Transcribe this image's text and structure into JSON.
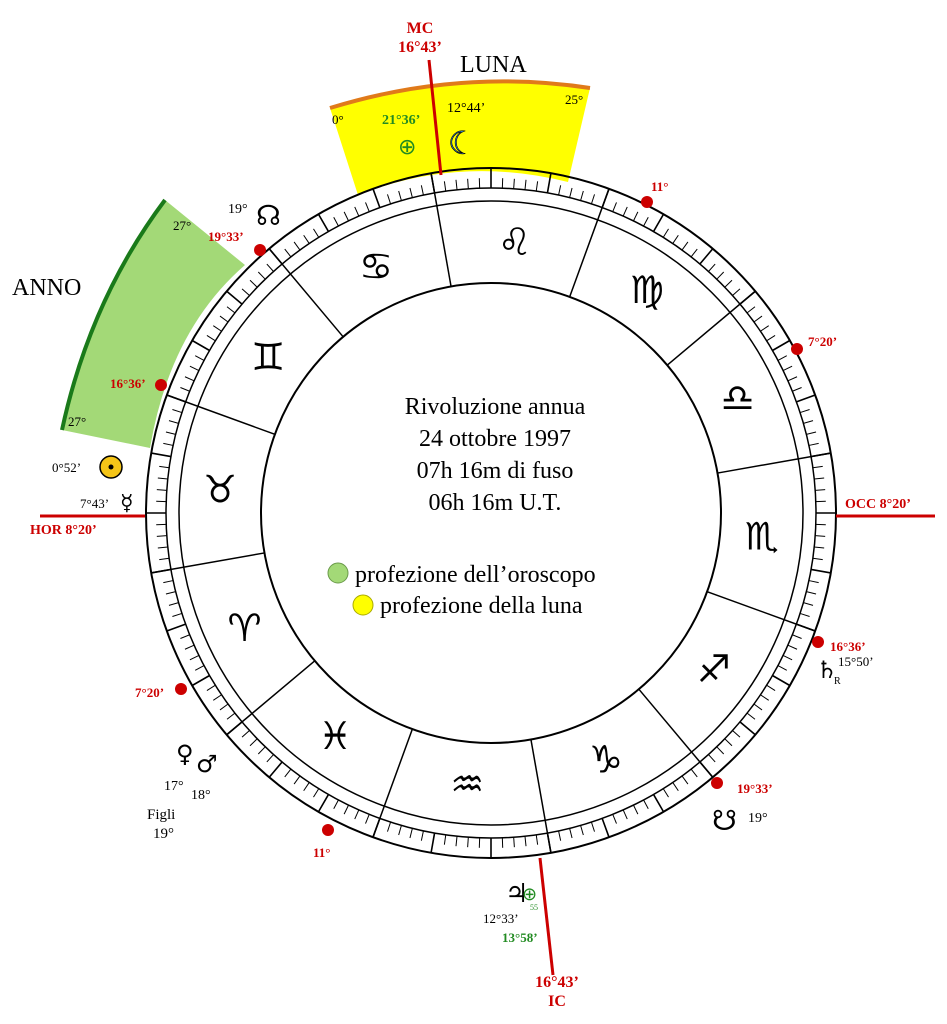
{
  "center_text": {
    "line1": "Rivoluzione annua",
    "line2": "24 ottobre 1997",
    "line3": "07h 16m di fuso",
    "line4": "06h 16m U.T."
  },
  "legend": [
    {
      "label": "profezione dell’oroscopo",
      "color": "#a3d977"
    },
    {
      "label": "profezione della luna",
      "color": "#ffff00"
    }
  ],
  "signs": [
    {
      "name": "Leo",
      "glyph": "♌"
    },
    {
      "name": "Cancer",
      "glyph": "♋"
    },
    {
      "name": "Gemini",
      "glyph": "♊"
    },
    {
      "name": "Taurus",
      "glyph": "♉"
    },
    {
      "name": "Aries",
      "glyph": "♈"
    },
    {
      "name": "Pisces",
      "glyph": "♓"
    },
    {
      "name": "Aquarius",
      "glyph": "♒"
    },
    {
      "name": "Capricorn",
      "glyph": "♑"
    },
    {
      "name": "Sagittarius",
      "glyph": "♐"
    },
    {
      "name": "Scorpio",
      "glyph": "♏"
    },
    {
      "name": "Libra",
      "glyph": "♎"
    },
    {
      "name": "Virgo",
      "glyph": "♍"
    }
  ],
  "axes": {
    "mc_label": "MC",
    "mc_degree": "16°43’",
    "ic_degree": "16°43’",
    "ic_label": "IC",
    "hor_label": "HOR 8°20’",
    "occ_label": "OCC 8°20’"
  },
  "luna_sector": {
    "title": "LUNA",
    "start": "0°",
    "end": "25°",
    "fortune_degree": "21°36’",
    "moon_degree": "12°44’",
    "fortune_glyph": "⊕",
    "moon_glyph": "☾"
  },
  "anno_sector": {
    "title": "ANNO",
    "top_degree": "27°",
    "bottom_degree": "27°"
  },
  "cusp_labels": {
    "c11": "11°",
    "c7_20_right": "7°20’",
    "c16_36_right": "16°36’",
    "c19_33_right": "19°33’",
    "c11_bottom": "11°",
    "c7_20_left": "7°20’",
    "c16_36_left": "16°36’",
    "c19_33_left": "19°33’"
  },
  "planets": {
    "north_node": {
      "glyph": "☊",
      "degree": "19°"
    },
    "south_node": {
      "glyph": "☋",
      "degree": "19°"
    },
    "sun": {
      "glyph": "☉",
      "degree": "0°52’"
    },
    "mercury": {
      "glyph": "☿",
      "degree": "7°43’"
    },
    "saturn": {
      "glyph": "♄",
      "retro": "R",
      "degree": "15°50’"
    },
    "venus": {
      "glyph": "♀",
      "degree": "17°"
    },
    "mars": {
      "glyph": "♂",
      "degree": "18°"
    },
    "figli": {
      "label": "Figli",
      "degree": "19°"
    },
    "jupiter": {
      "glyph": "♃",
      "degree": "12°33’"
    },
    "fortune_bottom": {
      "glyph": "⊕",
      "degree": "13°58’",
      "small": "55"
    }
  }
}
